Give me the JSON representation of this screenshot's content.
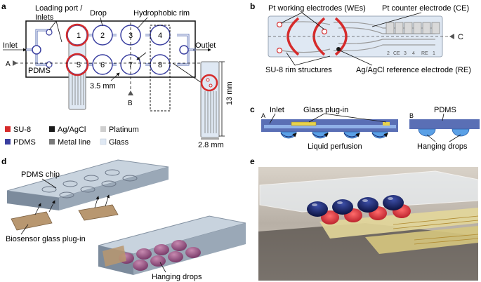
{
  "panels": {
    "a": {
      "letter": "a",
      "labels": {
        "loading_port": "Loading port /",
        "inlets": "Inlets",
        "drop": "Drop",
        "hydrophobic_rim": "Hydrophobic rim",
        "inlet": "Inlet",
        "outlet": "Outlet",
        "pdms": "PDMS",
        "section_a": "A",
        "section_b": "B",
        "pitch": "3.5 mm",
        "height": "13 mm",
        "width": "2.8 mm"
      },
      "drop_numbers": [
        "1",
        "2",
        "3",
        "4",
        "5",
        "6",
        "7",
        "8"
      ],
      "legend": [
        {
          "label": "SU-8",
          "color": "#d62b2b"
        },
        {
          "label": "Ag/AgCl",
          "color": "#1a1a1a"
        },
        {
          "label": "Platinum",
          "color": "#cfcfcf"
        },
        {
          "label": "PDMS",
          "color": "#3a3fa0"
        },
        {
          "label": "Metal line",
          "color": "#7a7a7a"
        },
        {
          "label": "Glass",
          "color": "#dfe8f3"
        }
      ]
    },
    "b": {
      "letter": "b",
      "labels": {
        "we": "Pt working electrodes (WEs)",
        "ce": "Pt counter electrode (CE)",
        "rim": "SU-8 rim structures",
        "re": "Ag/AgCl reference electrode (RE)",
        "section_c": "C"
      },
      "pad_labels": [
        "2",
        "CE",
        "3",
        "4",
        "RE",
        "1"
      ]
    },
    "c": {
      "letter": "c",
      "labels": {
        "inlet": "Inlet",
        "glass_plugin": "Glass plug-in",
        "perfusion": "Liquid perfusion",
        "section_a": "A",
        "section_b": "B",
        "pdms": "PDMS",
        "hanging_drops": "Hanging drops"
      }
    },
    "d": {
      "letter": "d",
      "labels": {
        "pdms_chip": "PDMS chip",
        "plugin": "Biosensor glass plug-in",
        "hanging_drops": "Hanging drops"
      }
    },
    "e": {
      "letter": "e"
    }
  },
  "colors": {
    "su8": "#d62b2b",
    "pdms": "#3a3fa0",
    "glass": "#dfe8f3",
    "channel": "#5a6fb5",
    "platinum": "#cfcfcf",
    "agcl": "#1a1a1a"
  }
}
